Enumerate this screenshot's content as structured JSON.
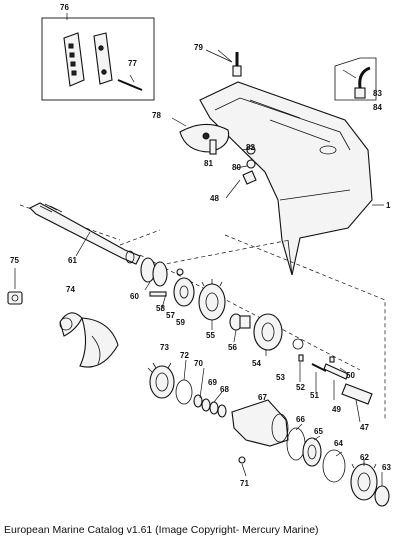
{
  "caption": "European Marine Catalog v1.61 (Image Copyright- Mercury Marine)",
  "callouts": {
    "c76": "76",
    "c77": "77",
    "c79": "79",
    "c83": "83",
    "c84": "84",
    "c78": "78",
    "c82": "82",
    "c81": "81",
    "c80": "80",
    "c48": "48",
    "c1": "1",
    "c75": "75",
    "c61": "61",
    "c74": "74",
    "c60": "60",
    "c58": "58",
    "c57": "57",
    "c59": "59",
    "c55": "55",
    "c56": "56",
    "c54": "54",
    "c53": "53",
    "c52": "52",
    "c51": "51",
    "c50": "50",
    "c49": "49",
    "c47": "47",
    "c73": "73",
    "c72": "72",
    "c70": "70",
    "c69": "69",
    "c68": "68",
    "c67": "67",
    "c66": "66",
    "c65": "65",
    "c64": "64",
    "c62": "62",
    "c63": "63",
    "c71": "71"
  }
}
